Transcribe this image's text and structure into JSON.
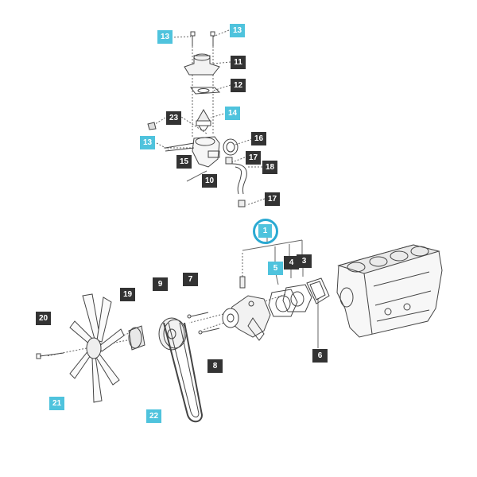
{
  "colors": {
    "dark_callout": "#333333",
    "blue_callout": "#4fc3dd",
    "ring": "#2aa9d2",
    "line": "#444444"
  },
  "callouts": {
    "c1": "1",
    "c3": "3",
    "c4": "4",
    "c5": "5",
    "c6": "6",
    "c7": "7",
    "c8": "8",
    "c9": "9",
    "c10": "10",
    "c11": "11",
    "c12": "12",
    "c13a": "13",
    "c13b": "13",
    "c13c": "13",
    "c14": "14",
    "c15": "15",
    "c16": "16",
    "c17a": "17",
    "c17b": "17",
    "c18": "18",
    "c19": "19",
    "c20": "20",
    "c21": "21",
    "c22": "22",
    "c23": "23"
  }
}
